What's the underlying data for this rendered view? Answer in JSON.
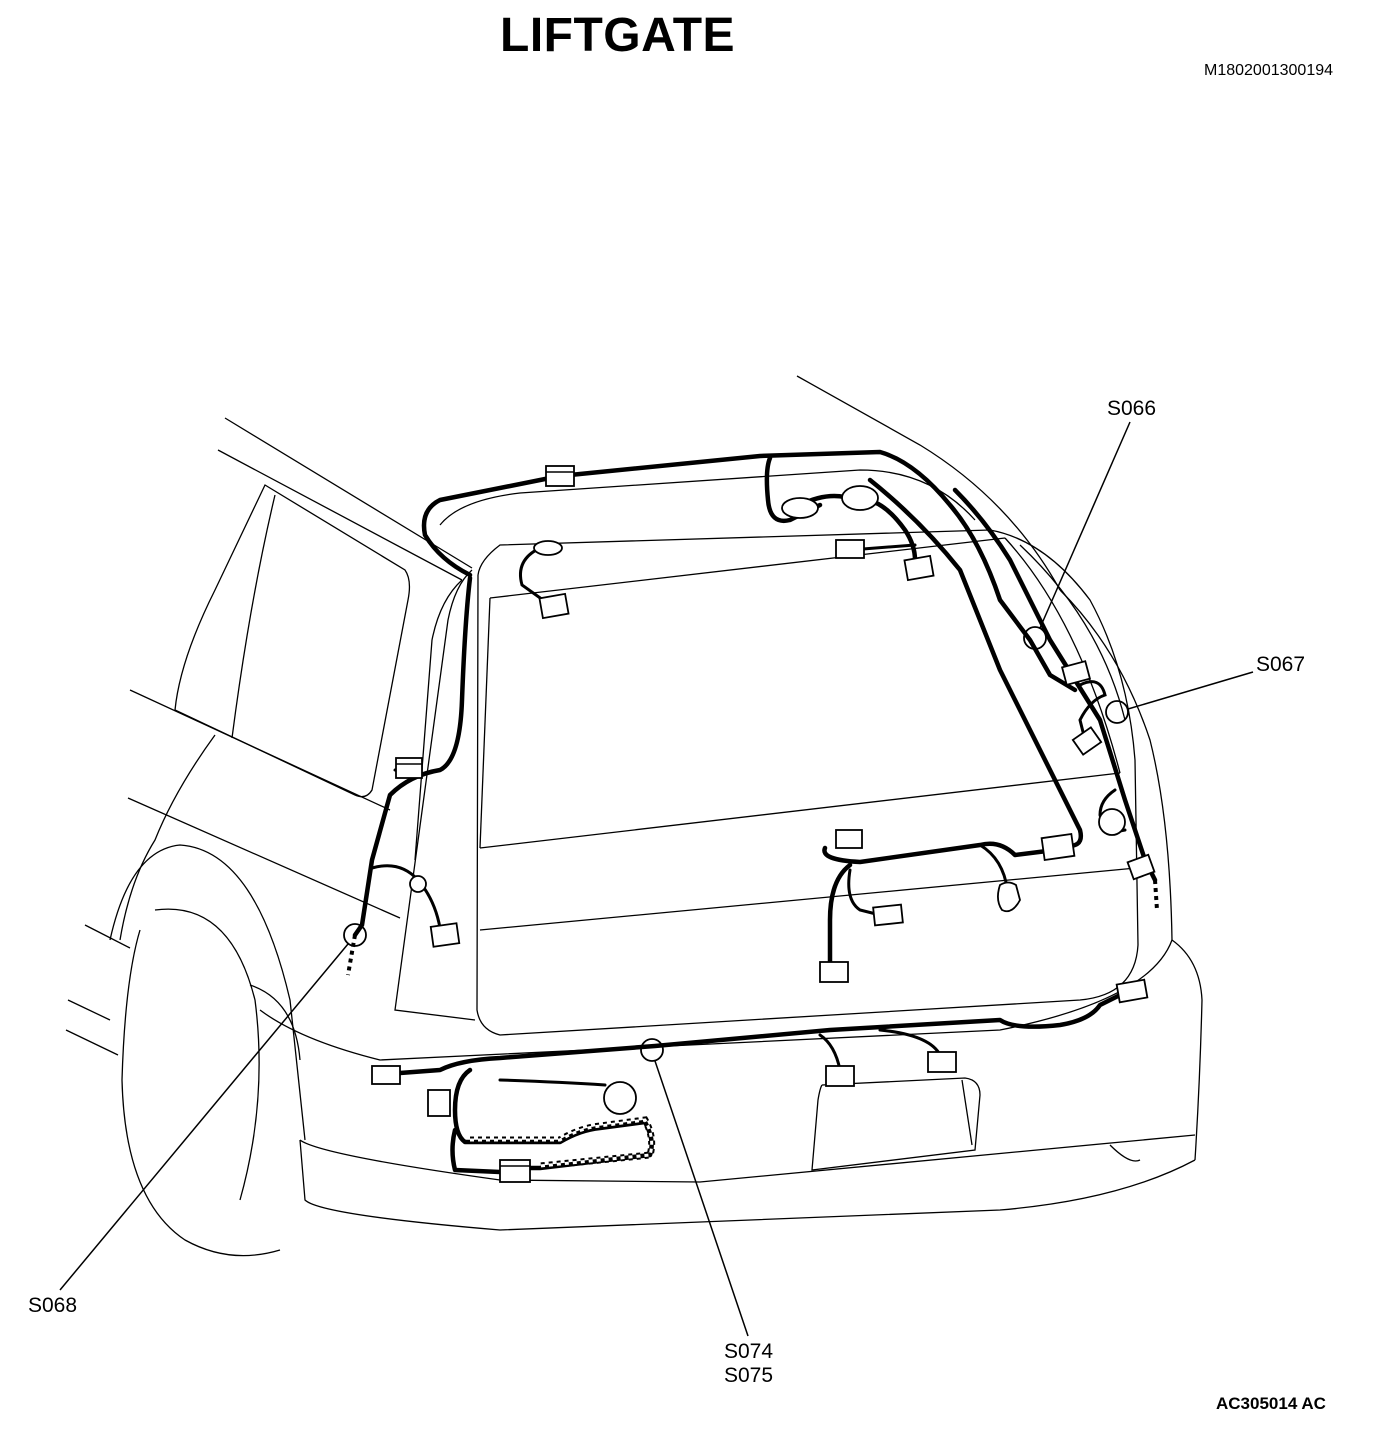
{
  "header": {
    "title": "LIFTGATE",
    "doc_id": "M1802001300194"
  },
  "footer": {
    "figure_id": "AC305014 AC"
  },
  "callouts": {
    "s066": "S066",
    "s067": "S067",
    "s068": "S068",
    "s074": "S074",
    "s075": "S075"
  }
}
